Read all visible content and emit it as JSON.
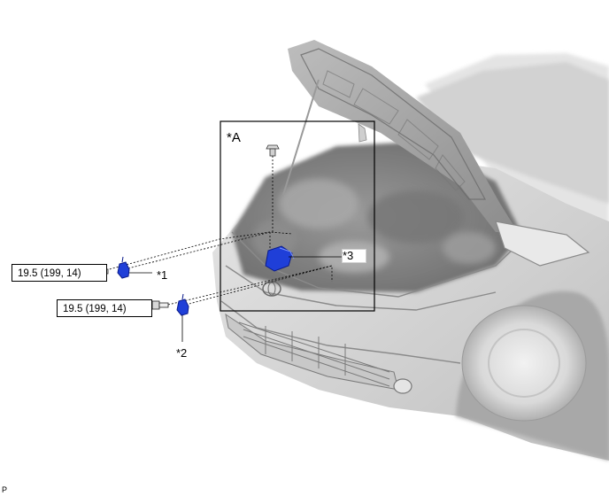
{
  "diagram": {
    "view_label": "*A",
    "callouts": [
      {
        "id": "1",
        "text": "*1"
      },
      {
        "id": "2",
        "text": "*2"
      },
      {
        "id": "3",
        "text": "*3"
      }
    ],
    "torque_specs": [
      {
        "id": "upper",
        "text": "19.5 (199, 14)"
      },
      {
        "id": "lower",
        "text": "19.5 (199, 14)"
      }
    ],
    "corner_code": "P",
    "colors": {
      "highlight_part": "#1f3fd8",
      "line": "#000000",
      "car_shade": "#d6d6d6",
      "car_dark": "#8a8a8a"
    }
  }
}
